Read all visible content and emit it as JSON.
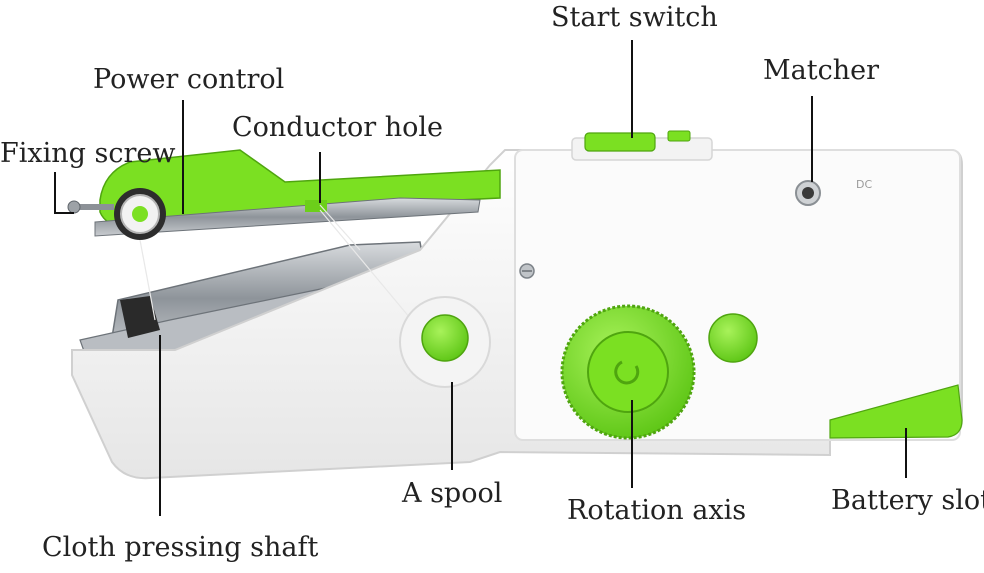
{
  "labels": {
    "start_switch": "Start switch",
    "matcher": "Matcher",
    "power_control": "Power control",
    "conductor_hole": "Conductor hole",
    "fixing_screw": "Fixing screw",
    "a_spool": "A spool",
    "rotation_axis": "Rotation axis",
    "battery_slot": "Battery slot",
    "cloth_pressing_shaft": "Cloth pressing shaft"
  },
  "device": {
    "printed_mark": "DC"
  },
  "colors": {
    "accent_green": "#7be022",
    "body_white": "#f7f7f7",
    "metal": "#9aa0a6",
    "leader_line": "#111111",
    "label_text": "#222222"
  }
}
